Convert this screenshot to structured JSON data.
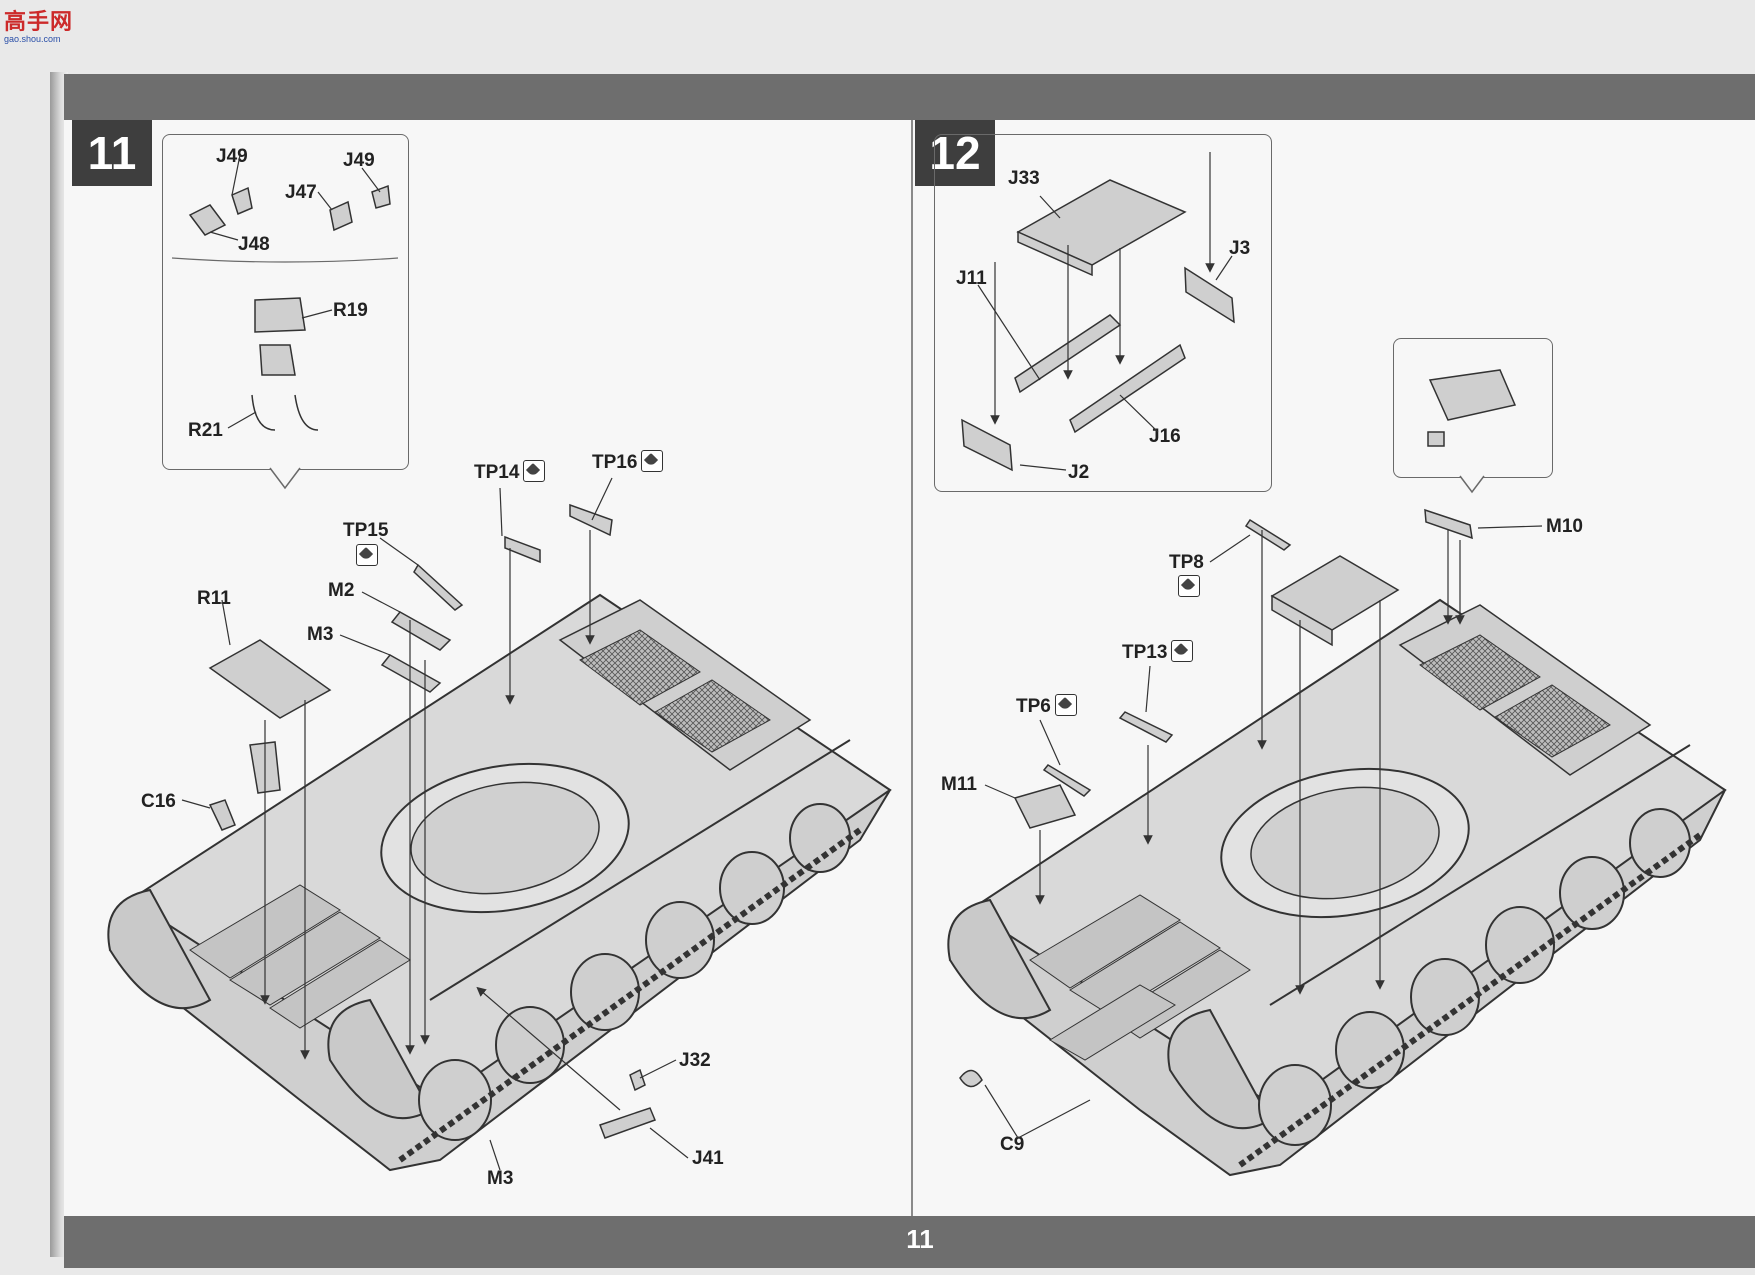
{
  "logo": {
    "text": "高手网",
    "url": "gao.shou.com"
  },
  "page_number": "11",
  "steps": [
    {
      "number": "11",
      "inset_labels": [
        "J49",
        "J49",
        "J47",
        "J48",
        "R19",
        "R21"
      ],
      "labels": [
        "TP14",
        "TP16",
        "TP15",
        "M2",
        "M3",
        "R11",
        "C16",
        "J32",
        "J41",
        "M3"
      ]
    },
    {
      "number": "12",
      "inset_labels": [
        "J33",
        "J3",
        "J11",
        "J16",
        "J2"
      ],
      "labels": [
        "M10",
        "TP8",
        "TP13",
        "TP6",
        "M11",
        "C9"
      ]
    }
  ],
  "colors": {
    "band": "#6e6e6e",
    "badge": "#3e3e3e",
    "page": "#f7f7f7",
    "ink": "#222222"
  },
  "icons": {
    "photo_etch": "photo-etch-icon"
  }
}
